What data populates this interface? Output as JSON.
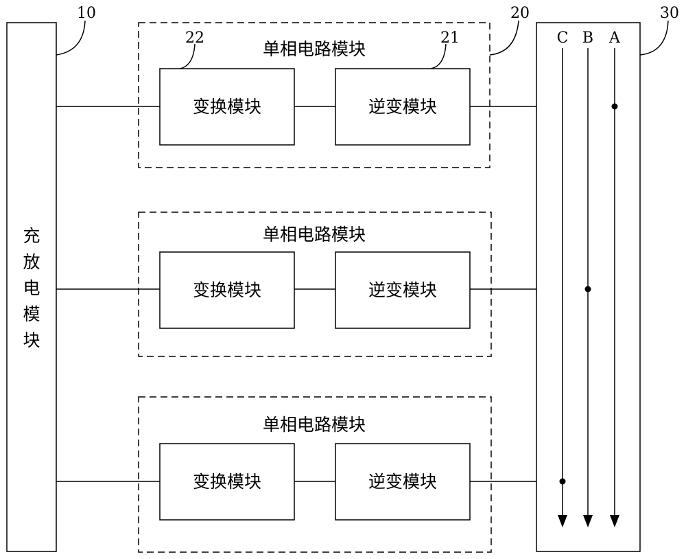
{
  "refs": {
    "charge_module": "10",
    "circuit_module": "20",
    "inverter": "21",
    "converter": "22",
    "bus_box": "30"
  },
  "charge_module_label": [
    "充",
    "放",
    "电",
    "模",
    "块"
  ],
  "circuit_module_title": "单相电路模块",
  "converter_label": "变换模块",
  "inverter_label": "逆变模块",
  "phases": [
    "C",
    "B",
    "A"
  ]
}
